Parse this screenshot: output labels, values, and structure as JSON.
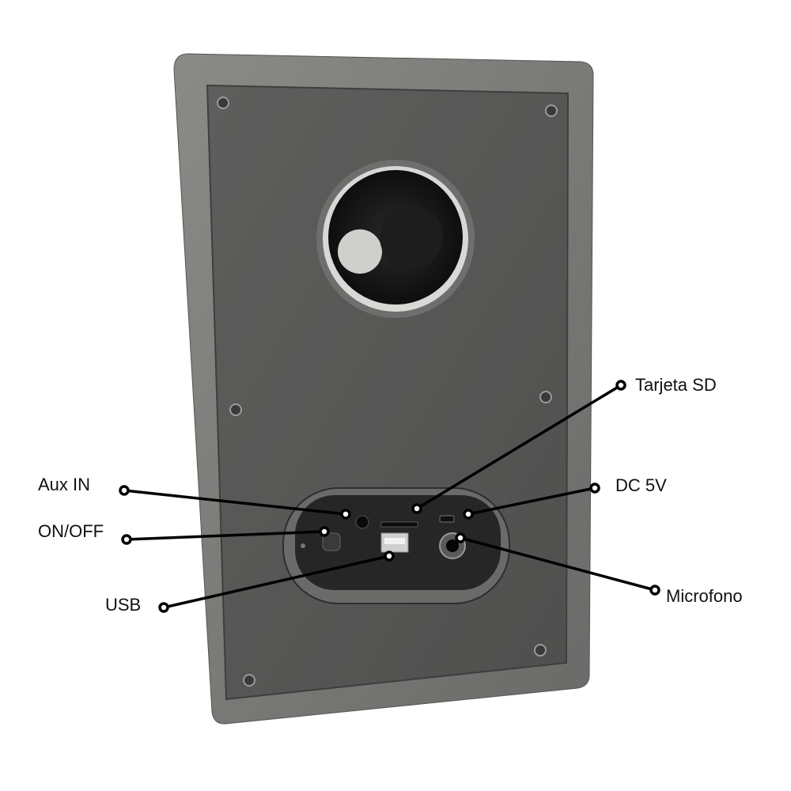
{
  "labels": {
    "sd_card": "Tarjeta SD",
    "aux_in": "Aux IN",
    "dc_5v": "DC 5V",
    "on_off": "ON/OFF",
    "usb": "USB",
    "microphone": "Microfono"
  },
  "colors": {
    "frame": "#6f6f6c",
    "panel": "#585857",
    "callout": "#000000"
  }
}
